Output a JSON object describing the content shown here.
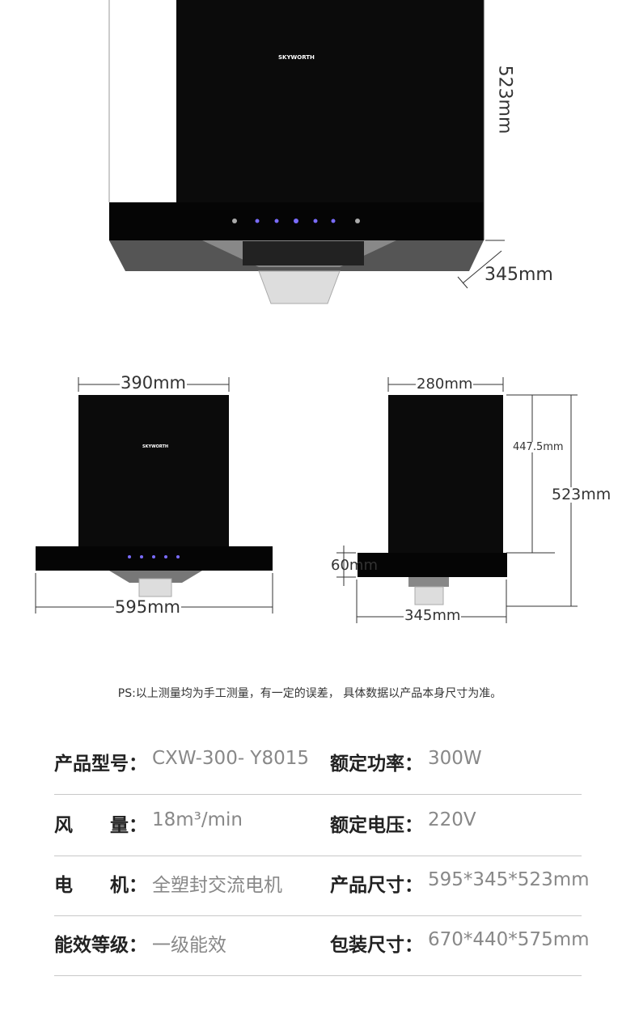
{
  "brand": "SKYWORTH",
  "dimensions": {
    "top_height": "523mm",
    "top_depth": "345mm",
    "front_chimney_width": "390mm",
    "front_hood_width": "595mm",
    "side_chimney_depth": "280mm",
    "side_chimney_height": "447.5mm",
    "side_total_height": "523mm",
    "side_hood_thickness": "60mm",
    "side_hood_depth": "345mm"
  },
  "note": "PS:以上测量均为手工测量，有一定的误差， 具体数据以产品本身尺寸为准。",
  "specs": [
    {
      "left_label": "产品型号：",
      "left_value": "CXW-300- Y8015",
      "right_label": "额定功率：",
      "right_value": "300W"
    },
    {
      "left_label": "风　　量：",
      "left_value": "18m³/min",
      "right_label": "额定电压：",
      "right_value": "220V"
    },
    {
      "left_label": "电　　机：",
      "left_value": "全塑封交流电机",
      "right_label": "产品尺寸：",
      "right_value": "595*345*523mm"
    },
    {
      "left_label": "能效等级：",
      "left_value": "一级能效",
      "right_label": "包装尺寸：",
      "right_value": "670*440*575mm"
    }
  ]
}
